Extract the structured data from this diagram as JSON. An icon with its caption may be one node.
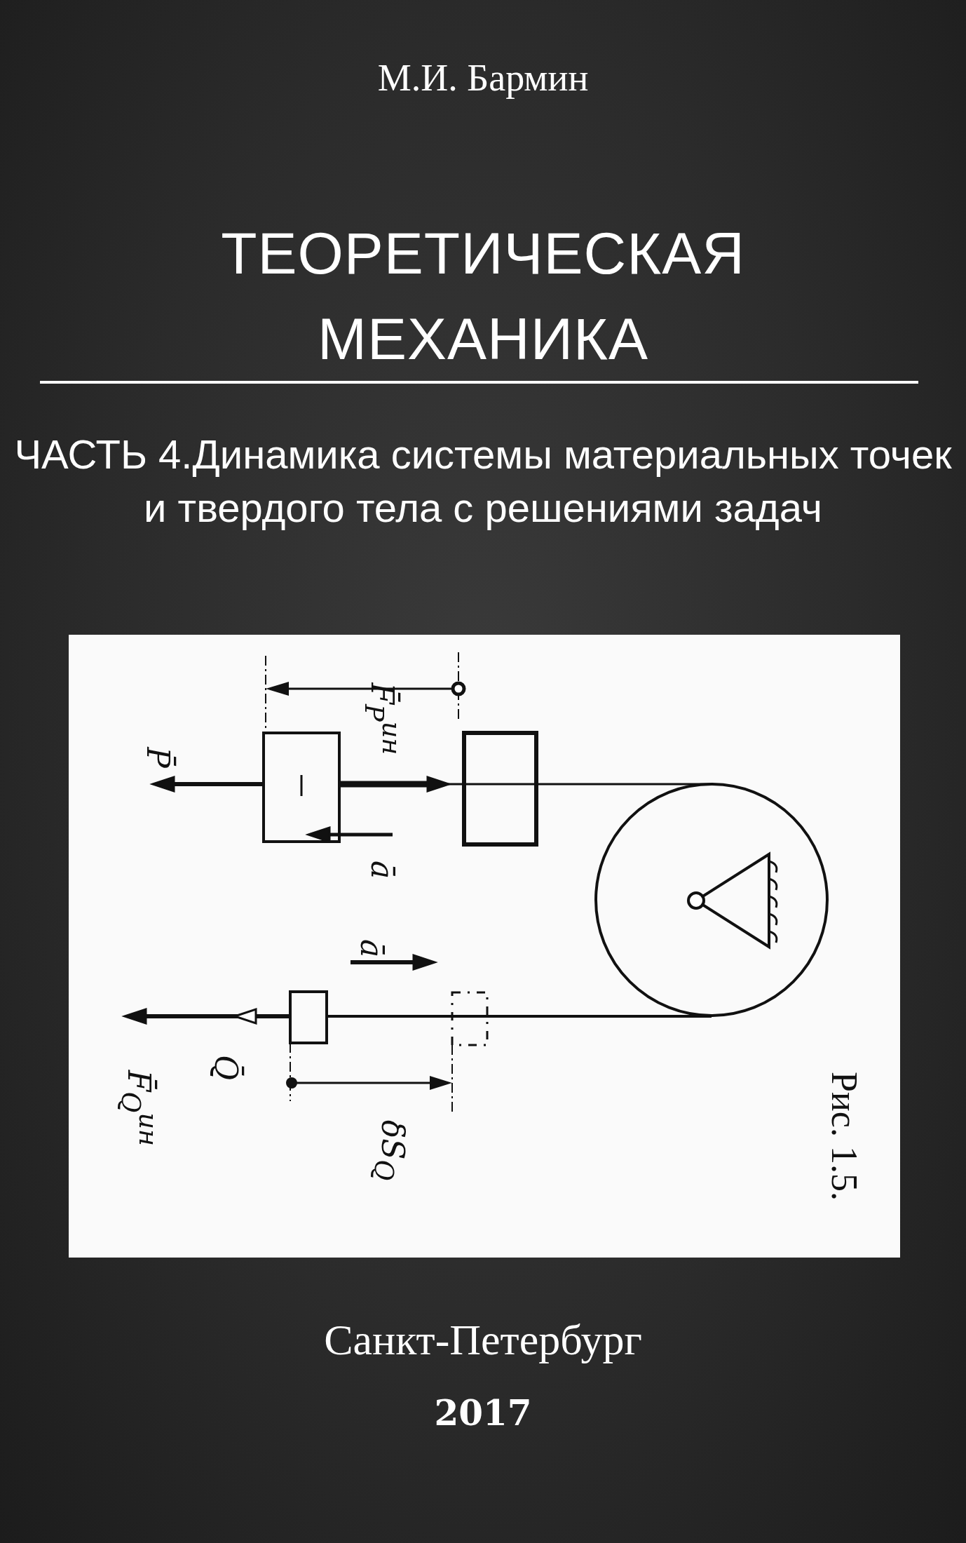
{
  "diagram": {
    "title": "ТЕОРЕТИЧЕСКАЯ МЕХАНИКА",
    "caption": "Рис. 1.5.",
    "labels": [
      "М.И. Бармин",
      "ЧАСТЬ 4.Динамика системы материальных точек и твердого тела с решениями задач",
      "F̄$_{P}$$^{ин}$",
      "P̄",
      "ā",
      "ā",
      "Q̄",
      "F̄$_{Q}$$^{ин}$",
      "δS$_{Q}$",
      "Санкт-Петербург",
      "2017"
    ]
  }
}
